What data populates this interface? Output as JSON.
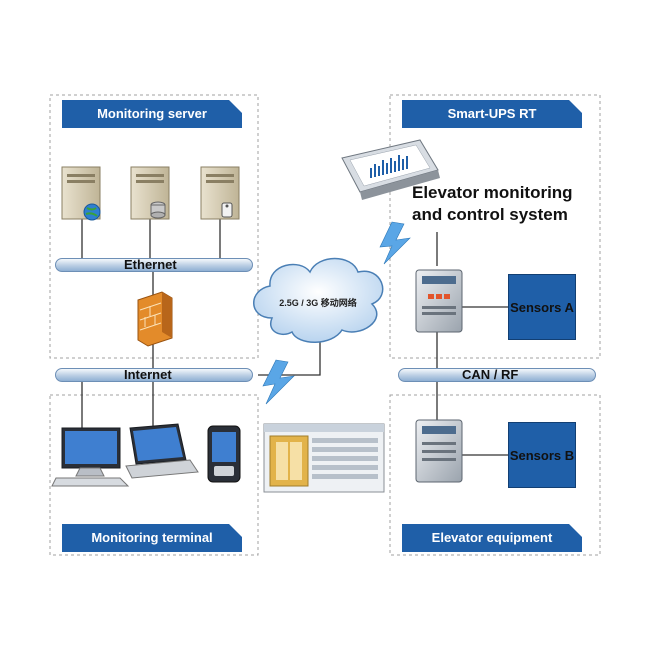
{
  "panels": {
    "monitoring_server": "Monitoring server",
    "smart_ups": "Smart-UPS RT",
    "monitoring_terminal": "Monitoring terminal",
    "elevator_equipment": "Elevator equipment"
  },
  "buses": {
    "ethernet": "Ethernet",
    "internet": "Internet",
    "can_rf": "CAN / RF"
  },
  "system_title_line1": "Elevator monitoring",
  "system_title_line2": "and control system",
  "cloud_label": "2.5G / 3G 移动网络",
  "sensors": {
    "a": "Sensors A",
    "b": "Sensors B"
  },
  "colors": {
    "banner_blue": "#1f5fa8",
    "bus_blue": "#b9cde3",
    "line": "#333333"
  }
}
